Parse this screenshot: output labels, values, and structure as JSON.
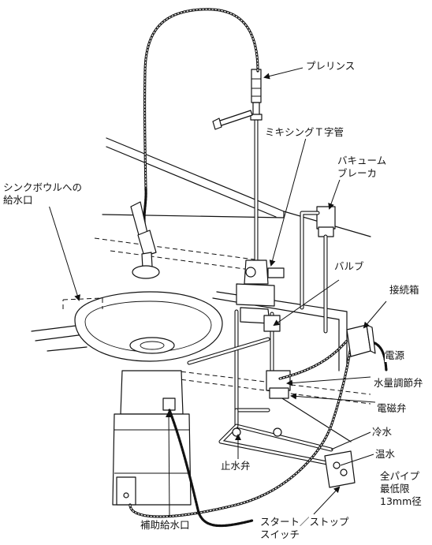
{
  "labels": {
    "pre_rinse": "プレリンス",
    "mixing_tee": "ミキシングＴ字管",
    "vacuum_breaker_1": "バキューム",
    "vacuum_breaker_2": "ブレーカ",
    "sink_inlet_1": "シンクボウルへの",
    "sink_inlet_2": "給水口",
    "valve": "バルブ",
    "junction_box": "接続箱",
    "power": "電源",
    "flow_regulator": "水量調節弁",
    "solenoid_valve": "電磁弁",
    "cold_water": "冷水",
    "hot_water": "温水",
    "shutoff_valve": "止水弁",
    "pipe_note_1": "全パイプ",
    "pipe_note_2": "最低限",
    "pipe_note_3": "13mm径",
    "aux_inlet": "補助給水口",
    "start_stop_1": "スタート／ストップ",
    "start_stop_2": "スイッチ"
  }
}
